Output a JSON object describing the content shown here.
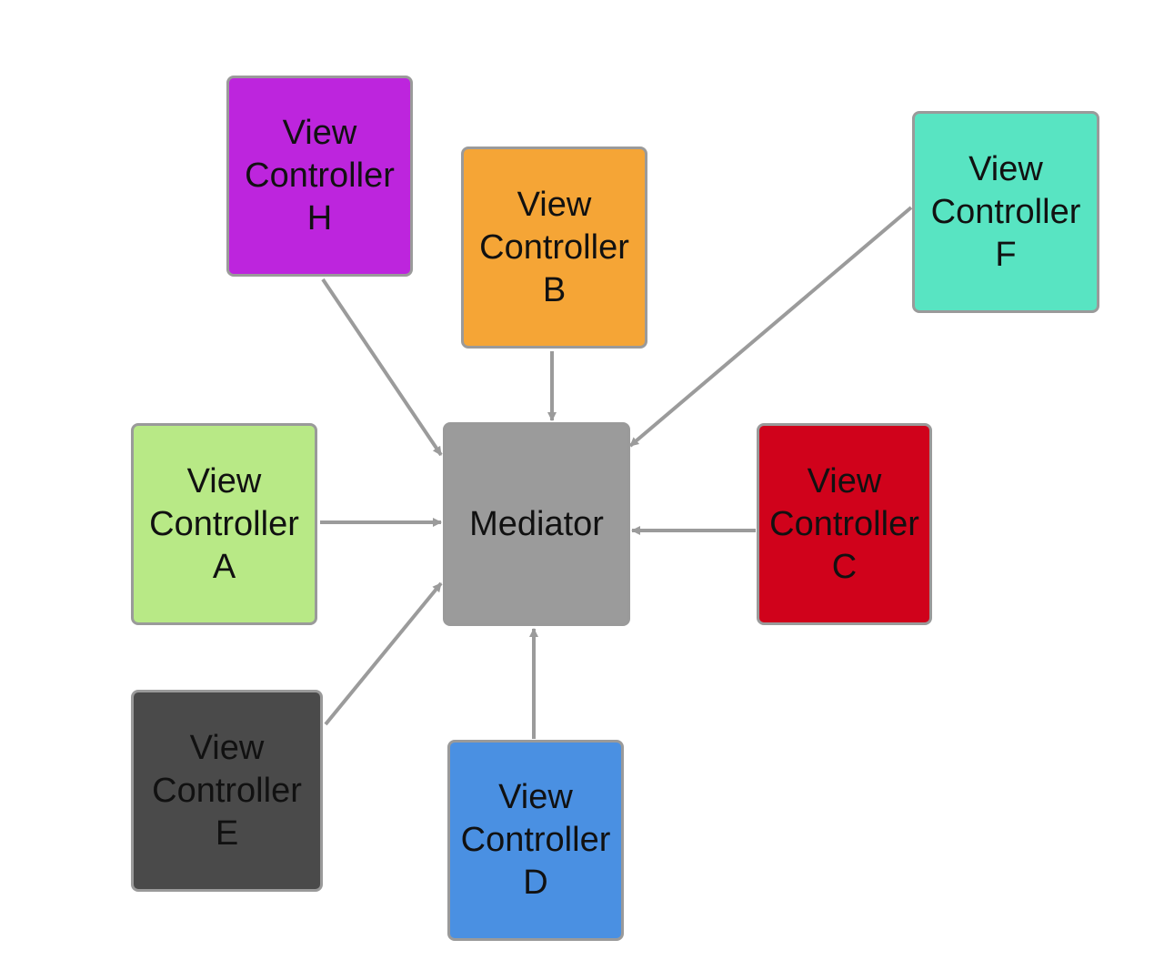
{
  "diagram": {
    "mediator": {
      "label": "Mediator",
      "color": "#9b9b9b"
    },
    "controllers": [
      {
        "id": "a",
        "label": "View\nController\nA",
        "color": "#b8e986"
      },
      {
        "id": "b",
        "label": "View\nController\nB",
        "color": "#f5a536"
      },
      {
        "id": "c",
        "label": "View\nController\nC",
        "color": "#d0021b"
      },
      {
        "id": "d",
        "label": "View\nController\nD",
        "color": "#4a90e2"
      },
      {
        "id": "e",
        "label": "View\nController\nE",
        "color": "#4a4a4a"
      },
      {
        "id": "f",
        "label": "View\nController\nF",
        "color": "#58e4c2"
      },
      {
        "id": "h",
        "label": "View\nController\nH",
        "color": "#bd25dd"
      }
    ],
    "edges": [
      {
        "from": "a",
        "to": "mediator"
      },
      {
        "from": "b",
        "to": "mediator"
      },
      {
        "from": "c",
        "to": "mediator"
      },
      {
        "from": "d",
        "to": "mediator"
      },
      {
        "from": "e",
        "to": "mediator"
      },
      {
        "from": "f",
        "to": "mediator"
      },
      {
        "from": "h",
        "to": "mediator"
      }
    ],
    "arrow_color": "#9b9b9b"
  }
}
